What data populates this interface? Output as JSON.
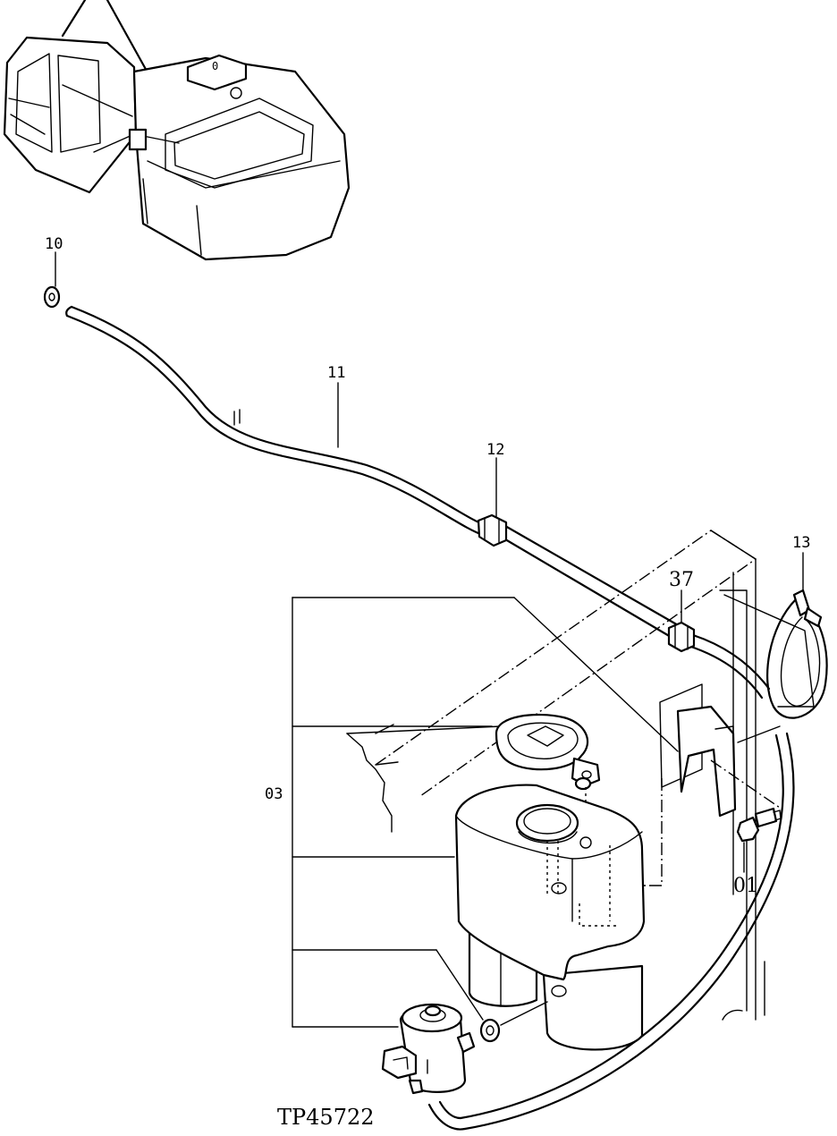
{
  "callouts": {
    "c10": "10",
    "c11": "11",
    "c12": "12",
    "c13": "13",
    "c37": "37",
    "c03": "03",
    "c01": "01"
  },
  "figure_code": "TP45722"
}
